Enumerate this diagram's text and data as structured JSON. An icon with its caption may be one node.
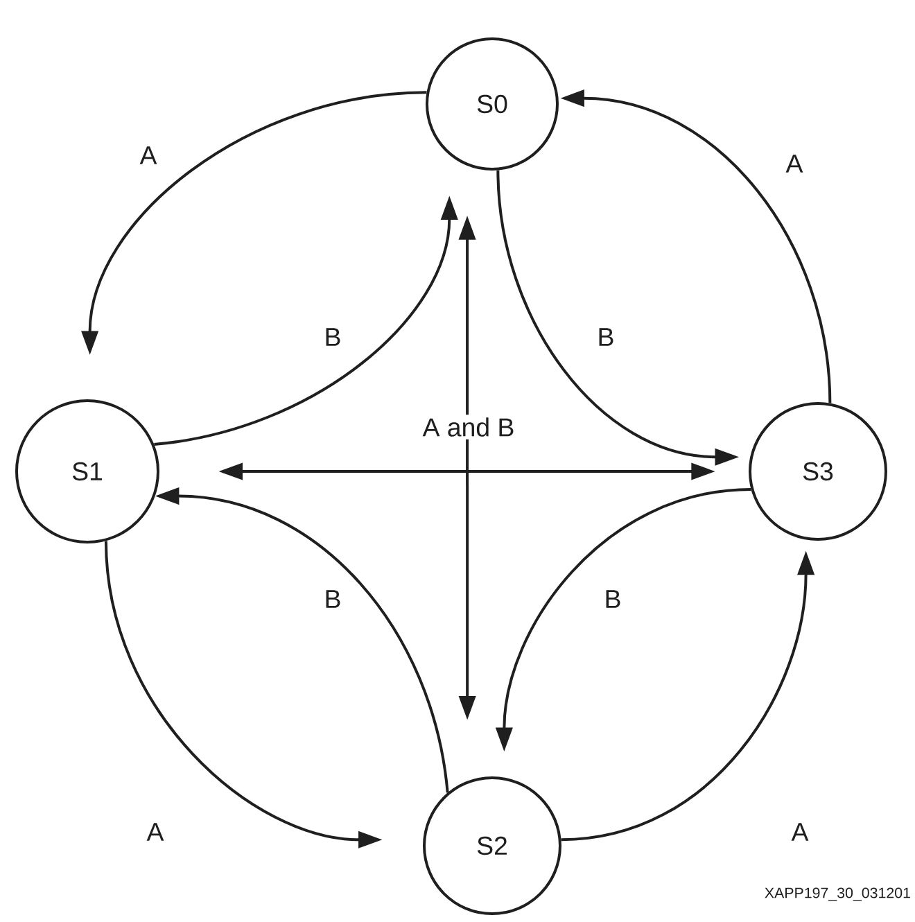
{
  "diagram": {
    "nodes": [
      {
        "text": [
          "S0"
        ]
      },
      {
        "text": [
          "S1"
        ]
      },
      {
        "text": [
          "S3"
        ]
      },
      {
        "text": [
          "S2"
        ]
      }
    ],
    "edges": [
      {
        "from": 0,
        "to": 1,
        "arrow": "to",
        "label": "A"
      },
      {
        "from": 1,
        "to": 0,
        "arrow": "to",
        "label": "B"
      },
      {
        "from": 0,
        "to": 2,
        "arrow": "to",
        "label": "B"
      },
      {
        "from": 2,
        "to": 0,
        "arrow": "to",
        "label": "A"
      },
      {
        "from": 1,
        "to": 2,
        "arrow": "both",
        "label": "A and B"
      },
      {
        "from": 0,
        "to": 3,
        "arrow": "both"
      },
      {
        "from": 3,
        "to": 1,
        "arrow": "to",
        "label": "B"
      },
      {
        "from": 2,
        "to": 3,
        "arrow": "to",
        "label": "B"
      },
      {
        "from": 1,
        "to": 3,
        "arrow": "to",
        "label": "A"
      },
      {
        "from": 3,
        "to": 2,
        "arrow": "to",
        "label": "A"
      }
    ],
    "labels": [
      "XAPP197_30_031201"
    ]
  }
}
